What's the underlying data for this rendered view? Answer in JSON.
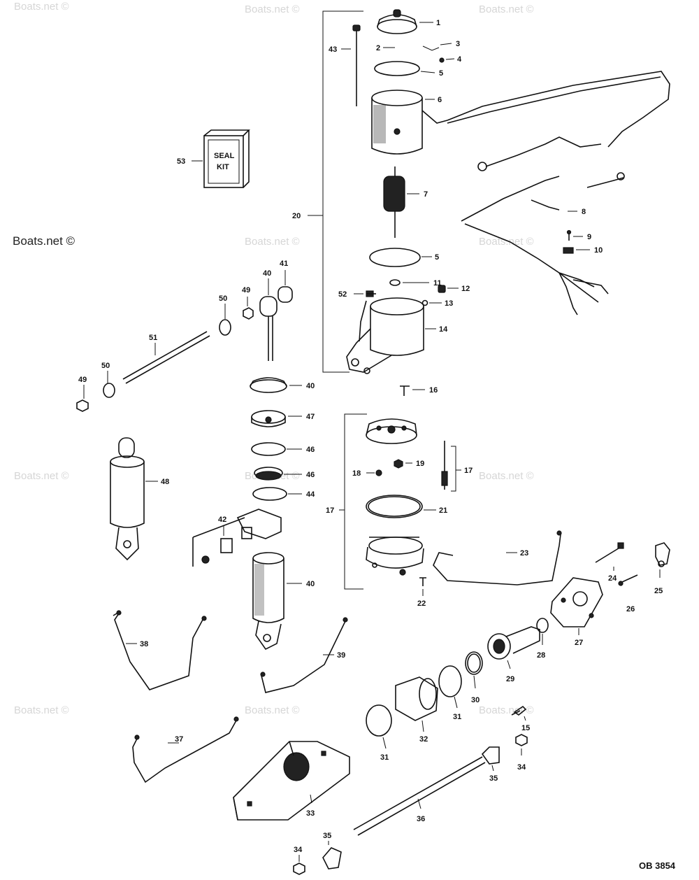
{
  "watermarks": {
    "main": "Boats.net ©",
    "faint": "Boats.net ©"
  },
  "drawing_code": "OB 3854",
  "callouts": {
    "c1": "1",
    "c2": "2",
    "c3": "3",
    "c4": "4",
    "c5": "5",
    "c6": "6",
    "c7": "7",
    "c8": "8",
    "c9": "9",
    "c10": "10",
    "c11": "11",
    "c12": "12",
    "c13": "13",
    "c14": "14",
    "c15": "15",
    "c16": "16",
    "c17": "17",
    "c18": "18",
    "c19": "19",
    "c20": "20",
    "c21": "21",
    "c22": "22",
    "c23": "23",
    "c24": "24",
    "c25": "25",
    "c26": "26",
    "c27": "27",
    "c28": "28",
    "c29": "29",
    "c30": "30",
    "c31": "31",
    "c32": "32",
    "c33": "33",
    "c34": "34",
    "c35": "35",
    "c36": "36",
    "c37": "37",
    "c38": "38",
    "c39": "39",
    "c40": "40",
    "c41": "41",
    "c42": "42",
    "c43": "43",
    "c44": "44",
    "c46": "46",
    "c47": "47",
    "c48": "48",
    "c49": "49",
    "c50": "50",
    "c51": "51",
    "c52": "52",
    "c53": "53"
  },
  "seal_kit_text": {
    "line1": "SEAL",
    "line2": "KIT"
  }
}
